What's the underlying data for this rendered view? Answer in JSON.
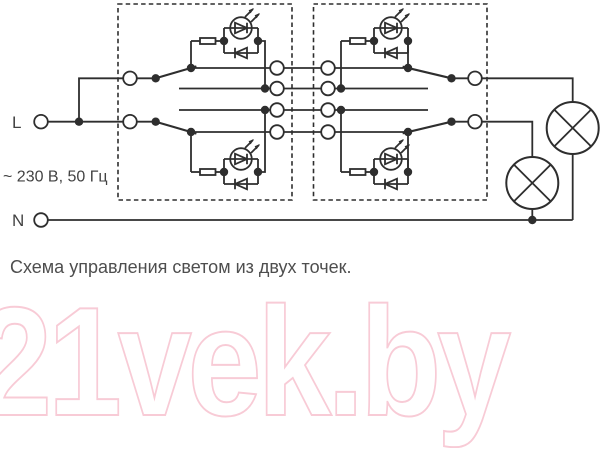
{
  "diagram": {
    "labels": {
      "line": "L",
      "neutral": "N",
      "voltage": "~ 230 В, 50 Гц"
    },
    "caption": "Схема управления светом из двух точек.",
    "colors": {
      "line": "#2e2e2e",
      "label_text": "#424242",
      "caption_text": "#4e4e4e",
      "watermark_stroke": "#f8cbd6"
    }
  },
  "watermark": {
    "text": "21vek.by"
  }
}
